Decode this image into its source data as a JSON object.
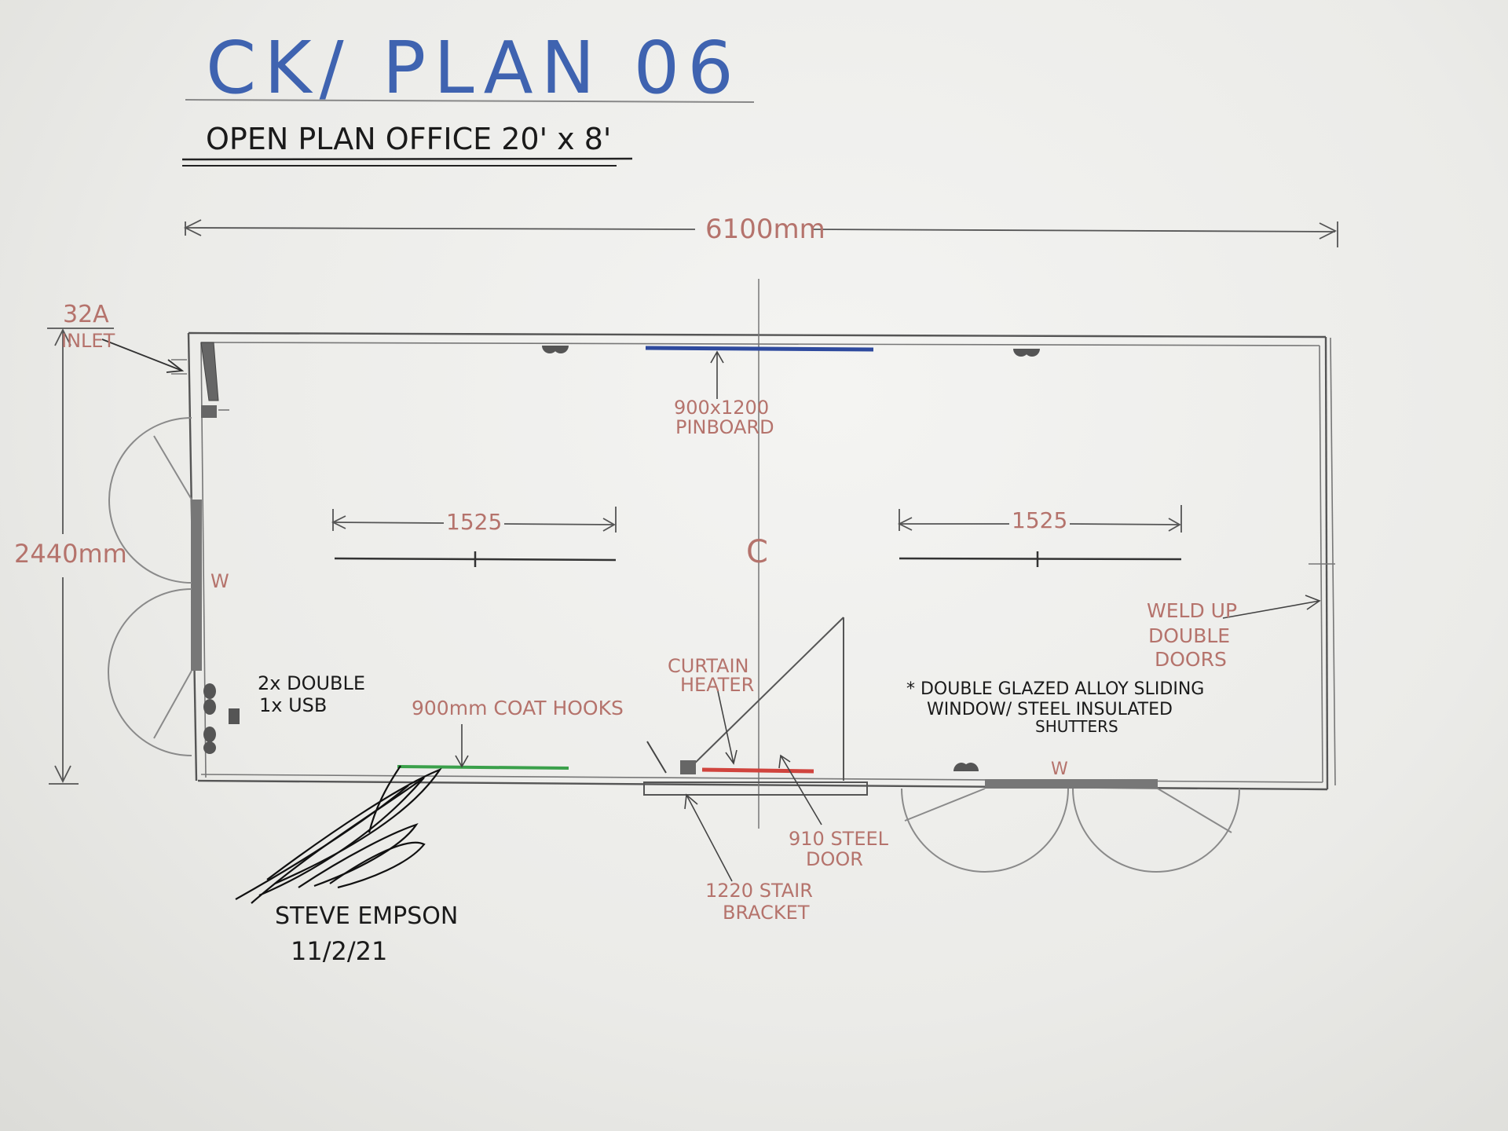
{
  "title": "CK/ PLAN 06",
  "subtitle": "OPEN PLAN OFFICE 20' x 8'",
  "dimensions": {
    "overall_length": "6100mm",
    "overall_width": "2440mm",
    "desk_left": "1525",
    "desk_right": "1525"
  },
  "labels": {
    "inlet_amps": "32A",
    "inlet": "INLET",
    "pinboard_size": "900x1200",
    "pinboard": "PINBOARD",
    "centre_mark": "C",
    "window_left": "W",
    "window_bottom": "W",
    "weld_line1": "WELD UP",
    "weld_line2": "DOUBLE",
    "weld_line3": "DOORS",
    "sockets_line1": "2x DOUBLE",
    "sockets_line2": "1x USB",
    "coat_hooks": "900mm COAT HOOKS",
    "heater_line1": "CURTAIN",
    "heater_line2": "HEATER",
    "glazing_line1": "* DOUBLE GLAZED ALLOY SLIDING",
    "glazing_line2": "WINDOW/ STEEL INSULATED",
    "glazing_line3": "SHUTTERS",
    "door_line1": "910 STEEL",
    "door_line2": "DOOR",
    "stair_line1": "1220 STAIR",
    "stair_line2": "BRACKET"
  },
  "signature": {
    "name": "STEVE EMPSON",
    "date": "11/2/21"
  },
  "colors": {
    "title_blue": "#3f63b0",
    "annotation_red": "#b5736c",
    "pinboard_blue": "#2e4a9e",
    "coat_hooks_green": "#3aa04a",
    "heater_red": "#d0443e",
    "wall_grey": "#555555"
  }
}
